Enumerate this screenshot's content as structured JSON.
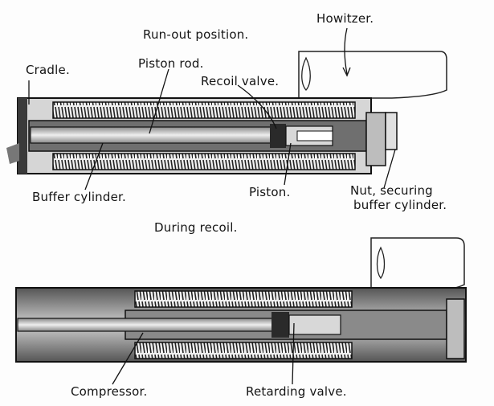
{
  "diagram": {
    "top_section": {
      "heading": "Run-out position.",
      "labels": {
        "howitzer": "Howitzer.",
        "cradle": "Cradle.",
        "piston_rod": "Piston rod.",
        "recoil_valve": "Recoil valve.",
        "buffer_cylinder": "Buffer cylinder.",
        "piston": "Piston.",
        "nut_line1": "Nut, securing",
        "nut_line2": "buffer cylinder."
      }
    },
    "bottom_section": {
      "heading": "During recoil.",
      "labels": {
        "compressor": "Compressor.",
        "retarding_valve": "Retarding valve."
      }
    }
  }
}
